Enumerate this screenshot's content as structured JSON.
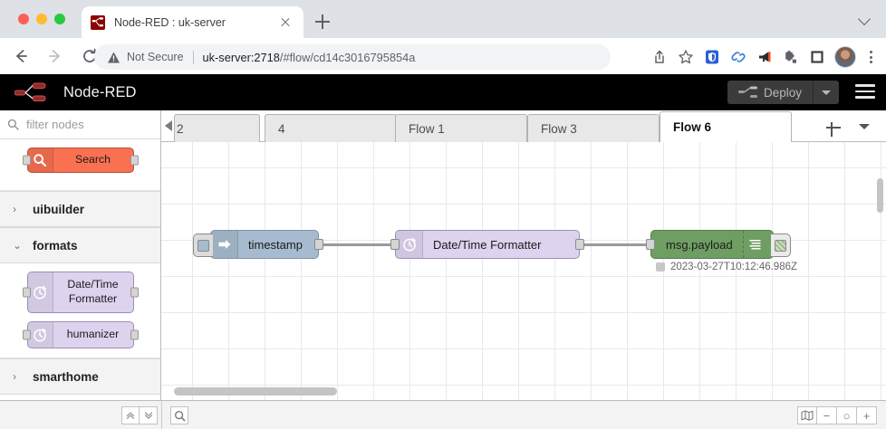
{
  "browser": {
    "tab": {
      "title": "Node-RED : uk-server",
      "favicon": "nodered-favicon",
      "close": "close-icon"
    },
    "new_tab": "new-tab-button",
    "window_chevron": "chevron-down-icon",
    "nav": {
      "back": "back-arrow-icon",
      "forward": "forward-arrow-icon",
      "reload": "reload-icon"
    },
    "omnibox": {
      "warning_icon": "not-secure-warning-icon",
      "security_label": "Not Secure",
      "url_host": "uk-server:2718",
      "url_path": "/#flow/cd14c3016795854a"
    },
    "toolbar_icons": [
      {
        "name": "share-icon"
      },
      {
        "name": "bookmark-star-icon"
      },
      {
        "name": "shield-extension-icon",
        "color": "#2b5fd9"
      },
      {
        "name": "link-extension-icon",
        "color": "#3b7ddd"
      },
      {
        "name": "megaphone-extension-icon",
        "color": "#e8502a"
      },
      {
        "name": "puzzle-extensions-icon",
        "color": "#5f6368"
      },
      {
        "name": "square-extension-icon",
        "color": "#3c4043"
      }
    ],
    "avatar": "profile-avatar",
    "menu": "browser-menu-kebab"
  },
  "nodered": {
    "brand": "Node-RED",
    "logo": "nodered-logo",
    "deploy": {
      "label": "Deploy",
      "icon": "deploy-icon",
      "caret": "chevron-down-icon"
    },
    "main_menu": "hamburger-menu-icon"
  },
  "palette": {
    "search": {
      "placeholder": "filter nodes",
      "value": "",
      "icon": "search-icon"
    },
    "top_nodes": [
      {
        "label": "Search",
        "icon": "magnifier-icon",
        "style": "search"
      }
    ],
    "categories": [
      {
        "name": "uibuilder",
        "expanded": false,
        "chevron": "›",
        "nodes": []
      },
      {
        "name": "formats",
        "expanded": true,
        "chevron": "⌄",
        "nodes": [
          {
            "label": "Date/Time Formatter",
            "icon": "clock-icon",
            "style": "purple"
          },
          {
            "label": "humanizer",
            "icon": "clock-icon",
            "style": "purple"
          }
        ]
      },
      {
        "name": "smarthome",
        "expanded": false,
        "chevron": "›",
        "nodes": []
      }
    ]
  },
  "editor": {
    "scroll_left_icon": "scroll-tabs-left-icon",
    "tabs": [
      {
        "label": "2",
        "active": false,
        "clipped": true
      },
      {
        "label": "4",
        "active": false
      },
      {
        "label": "Flow 1",
        "active": false
      },
      {
        "label": "Flow 3",
        "active": false
      },
      {
        "label": "Flow 6",
        "active": true
      }
    ],
    "add_tab": "add-flow-icon",
    "tab_menu": "flow-list-menu-icon"
  },
  "flow": {
    "nodes": [
      {
        "id": "inject",
        "label": "timestamp",
        "type": "inject",
        "icon": "arrow-right-icon",
        "button": "inject-trigger-button",
        "color": "#a6bbcf"
      },
      {
        "id": "formatter",
        "label": "Date/Time Formatter",
        "type": "formatter",
        "icon": "clock-icon",
        "color": "#ddd3ee"
      },
      {
        "id": "debug",
        "label": "msg.payload",
        "type": "debug",
        "icon": "debug-lines-icon",
        "toggle": "debug-enable-toggle",
        "color": "#6f9e63",
        "status": "2023-03-27T10:12:46.986Z"
      }
    ]
  },
  "statusbar": {
    "collapse_all": "collapse-all-icon",
    "expand_all": "expand-all-icon",
    "search_flows": "search-flows-icon",
    "navigator": "navigator-map-icon",
    "zoom_out": "−",
    "zoom_reset": "○",
    "zoom_in": "+"
  }
}
